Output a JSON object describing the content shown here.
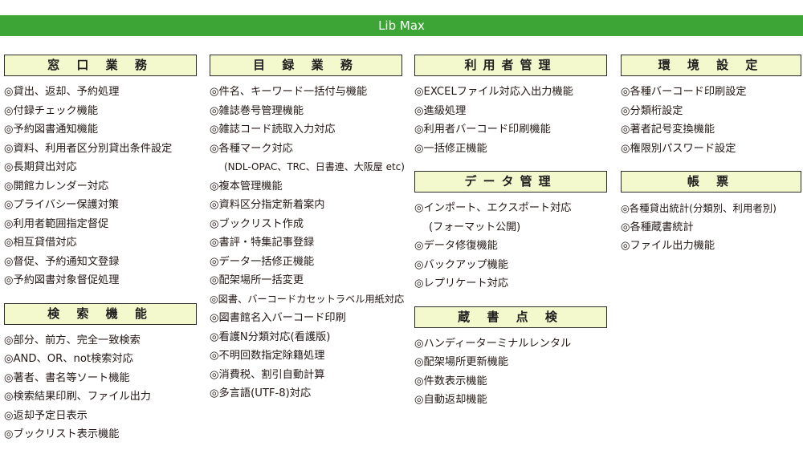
{
  "banner": {
    "title": "Lib Max"
  },
  "columns": [
    {
      "sections": [
        {
          "title": "窓 口 業 務",
          "items": [
            "◎貸出、返却、予約処理",
            "◎付録チェック機能",
            "◎予約図書通知機能",
            "◎資料、利用者区分別貸出条件設定",
            "◎長期貸出対応",
            "◎開館カレンダー対応",
            "◎プライバシー保護対策",
            "◎利用者範囲指定督促",
            "◎相互貸借対応",
            "◎督促、予約通知文登録",
            "◎予約図書対象督促処理"
          ]
        },
        {
          "title": "検 索 機 能",
          "items": [
            "◎部分、前方、完全一致検索",
            "◎AND、OR、not検索対応",
            "◎著者、書名等ソート機能",
            "◎検索結果印刷、ファイル出力",
            "◎返却予定日表示",
            "◎ブックリスト表示機能"
          ]
        }
      ]
    },
    {
      "sections": [
        {
          "title": "目 録 業 務",
          "items": [
            "◎件名、キーワード一括付与機能",
            "◎雑誌巻号管理機能",
            "◎雑誌コード読取入力対応",
            "◎各種マーク対応",
            "(NDL-OPAC、TRC、日書連、大阪屋 etc)",
            "◎複本管理機能",
            "◎資料区分指定新着案内",
            "◎ブックリスト作成",
            "◎書評・特集記事登録",
            "◎データ一括修正機能",
            "◎配架場所一括変更",
            "◎図書、バーコードカセットラベル用紙対応",
            "◎図書館名入バーコード印刷",
            "◎看護N分類対応(看護版)",
            "◎不明回数指定除籍処理",
            "◎消費税、割引自動計算",
            "◎多言語(UTF-8)対応"
          ]
        }
      ]
    },
    {
      "sections": [
        {
          "title": "利用者管理",
          "items": [
            "◎EXCELファイル対応入出力機能",
            "◎進級処理",
            "◎利用者バーコード印刷機能",
            "◎一括修正機能"
          ]
        },
        {
          "title": "データ管理",
          "items": [
            "◎インポート、エクスポート対応",
            "(フォーマット公開)",
            "◎データ修復機能",
            "◎バックアップ機能",
            "◎レプリケート対応"
          ]
        },
        {
          "title": "蔵 書 点 検",
          "items": [
            "◎ハンディーターミナルレンタル",
            "◎配架場所更新機能",
            "◎件数表示機能",
            "◎自動返却機能"
          ]
        }
      ]
    },
    {
      "sections": [
        {
          "title": "環 境 設 定",
          "items": [
            "◎各種バーコード印刷設定",
            "◎分類桁設定",
            "◎著者記号変換機能",
            "◎権限別パスワード設定"
          ]
        },
        {
          "title": "帳 票",
          "items": [
            "◎各種貸出統計(分類別、利用者別)",
            "◎各種蔵書統計",
            "◎ファイル出力機能"
          ]
        }
      ]
    }
  ]
}
